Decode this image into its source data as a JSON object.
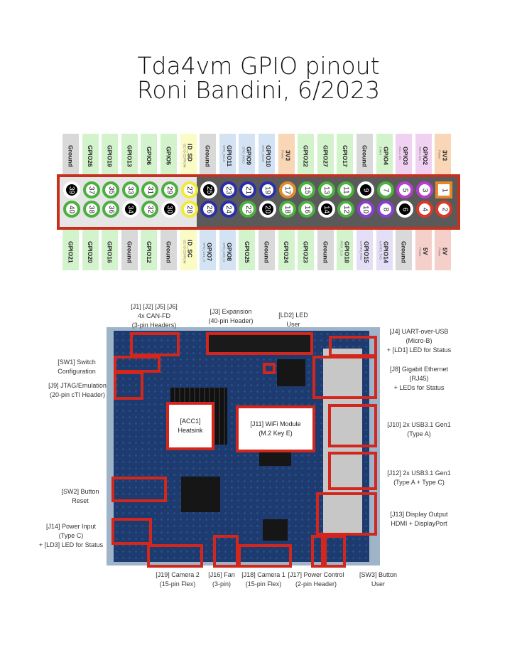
{
  "title": {
    "line1": "Tda4vm GPIO pinout",
    "line2": "Roni Bandini, 6/2023"
  },
  "colors": {
    "ground": "#d9d9d9",
    "gpio": "#d3f3cd",
    "id_eeprom": "#fbfbc6",
    "spi": "#d3e3f3",
    "power_3v3": "#f9d6b5",
    "uart": "#e4def6",
    "i2c": "#f1d1f1",
    "power_5v": "#f5cfca",
    "border": "#c8301e"
  },
  "pinout": {
    "columns": [
      {
        "top": {
          "pin": "39",
          "label": "Ground",
          "sub": "",
          "type": "ground"
        },
        "bottom": {
          "pin": "40",
          "label": "GPIO21",
          "sub": "",
          "type": "gpio"
        }
      },
      {
        "top": {
          "pin": "37",
          "label": "GPIO26",
          "sub": "",
          "type": "gpio"
        },
        "bottom": {
          "pin": "38",
          "label": "GPIO20",
          "sub": "",
          "type": "gpio"
        }
      },
      {
        "top": {
          "pin": "35",
          "label": "GPIO19",
          "sub": "",
          "type": "gpio"
        },
        "bottom": {
          "pin": "36",
          "label": "GPIO16",
          "sub": "",
          "type": "gpio"
        }
      },
      {
        "top": {
          "pin": "33",
          "label": "GPIO13",
          "sub": "",
          "type": "gpio"
        },
        "bottom": {
          "pin": "34",
          "label": "Ground",
          "sub": "",
          "type": "ground"
        }
      },
      {
        "top": {
          "pin": "31",
          "label": "GPIO6",
          "sub": "",
          "type": "gpio"
        },
        "bottom": {
          "pin": "32",
          "label": "GPIO12",
          "sub": "",
          "type": "gpio"
        }
      },
      {
        "top": {
          "pin": "29",
          "label": "GPIO5",
          "sub": "",
          "type": "gpio"
        },
        "bottom": {
          "pin": "30",
          "label": "Ground",
          "sub": "",
          "type": "ground"
        }
      },
      {
        "top": {
          "pin": "27",
          "label": "ID_SD",
          "sub": "I2C ID EEPROM",
          "type": "id_eeprom"
        },
        "bottom": {
          "pin": "28",
          "label": "ID_SC",
          "sub": "I2C ID EEPROM",
          "type": "id_eeprom"
        }
      },
      {
        "top": {
          "pin": "25",
          "label": "Ground",
          "sub": "",
          "type": "ground"
        },
        "bottom": {
          "pin": "26",
          "label": "GPIO7",
          "sub": "SPI0_CE1_N",
          "type": "spi"
        }
      },
      {
        "top": {
          "pin": "23",
          "label": "GPIO11",
          "sub": "SPI0_SCLK",
          "type": "spi"
        },
        "bottom": {
          "pin": "24",
          "label": "GPIO8",
          "sub": "SPI0_CE0_N",
          "type": "spi"
        }
      },
      {
        "top": {
          "pin": "21",
          "label": "GPIO9",
          "sub": "SPI0_MISO",
          "type": "spi"
        },
        "bottom": {
          "pin": "22",
          "label": "GPIO25",
          "sub": "",
          "type": "gpio"
        }
      },
      {
        "top": {
          "pin": "19",
          "label": "GPIO10",
          "sub": "SPI0_MOSI",
          "type": "spi"
        },
        "bottom": {
          "pin": "20",
          "label": "Ground",
          "sub": "",
          "type": "ground"
        }
      },
      {
        "top": {
          "pin": "17",
          "label": "3V3",
          "sub": "Power",
          "type": "power_3v3"
        },
        "bottom": {
          "pin": "18",
          "label": "GPIO24",
          "sub": "",
          "type": "gpio"
        }
      },
      {
        "top": {
          "pin": "15",
          "label": "GPIO22",
          "sub": "",
          "type": "gpio"
        },
        "bottom": {
          "pin": "16",
          "label": "GPIO23",
          "sub": "",
          "type": "gpio"
        }
      },
      {
        "top": {
          "pin": "13",
          "label": "GPIO27",
          "sub": "",
          "type": "gpio"
        },
        "bottom": {
          "pin": "14",
          "label": "Ground",
          "sub": "",
          "type": "ground"
        }
      },
      {
        "top": {
          "pin": "11",
          "label": "GPIO17",
          "sub": "",
          "type": "gpio"
        },
        "bottom": {
          "pin": "12",
          "label": "GPIO18",
          "sub": "PCM_CLK",
          "type": "gpio"
        }
      },
      {
        "top": {
          "pin": "9",
          "label": "Ground",
          "sub": "",
          "type": "ground"
        },
        "bottom": {
          "pin": "10",
          "label": "GPIO15",
          "sub": "UART0_RXD",
          "type": "uart"
        }
      },
      {
        "top": {
          "pin": "7",
          "label": "GPIO4",
          "sub": "1-wire",
          "type": "gpio"
        },
        "bottom": {
          "pin": "8",
          "label": "GPIO14",
          "sub": "UART0_TXD",
          "type": "uart"
        }
      },
      {
        "top": {
          "pin": "5",
          "label": "GPIO3",
          "sub": "SCL1 I2C",
          "type": "i2c"
        },
        "bottom": {
          "pin": "6",
          "label": "Ground",
          "sub": "",
          "type": "ground"
        }
      },
      {
        "top": {
          "pin": "3",
          "label": "GPIO2",
          "sub": "SDA1 I2C",
          "type": "i2c"
        },
        "bottom": {
          "pin": "4",
          "label": "5V",
          "sub": "Power",
          "type": "power_5v"
        }
      },
      {
        "top": {
          "pin": "1",
          "label": "3V3",
          "sub": "Power",
          "type": "power_3v3"
        },
        "bottom": {
          "pin": "2",
          "label": "5V",
          "sub": "Power",
          "type": "power_5v"
        }
      }
    ]
  },
  "board": {
    "callouts": {
      "can": "[J1] [J2] [J5] [J6]\n4x CAN-FD\n(3-pin Headers)",
      "j3": "[J3] Expansion\n(40-pin Header)",
      "ld2": "[LD2] LED\nUser",
      "j4": "[J4] UART-over-USB\n(Micro-B)\n+ [LD1] LED for Status",
      "j8": "[J8] Gigabit Ethernet\n(RJ45)\n+ LEDs for Status",
      "j10": "[J10] 2x USB3.1 Gen1\n(Type A)",
      "j12": "[J12] 2x USB3.1 Gen1\n(Type A + Type C)",
      "j13": "[J13] Display Output\nHDMI + DisplayPort",
      "sw1": "[SW1] Switch\nConfiguration",
      "j9": "[J9] JTAG/Emulation\n(20-pin cTI Header)",
      "acc1": "[ACC1]\nHeatsink",
      "j11": "[J11] WiFi Module\n(M.2 Key E)",
      "sw2": "[SW2] Button\nReset",
      "j14": "[J14] Power Input\n(Type C)\n+ [LD3] LED for Status",
      "j19": "[J19] Camera 2\n(15-pin Flex)",
      "j16": "[J16] Fan\n(3-pin)",
      "j18": "[J18] Camera 1\n(15-pin Flex)",
      "j17": "[J17] Power Control\n(2-pin Header)",
      "sw3": "[SW3] Button\nUser"
    }
  }
}
